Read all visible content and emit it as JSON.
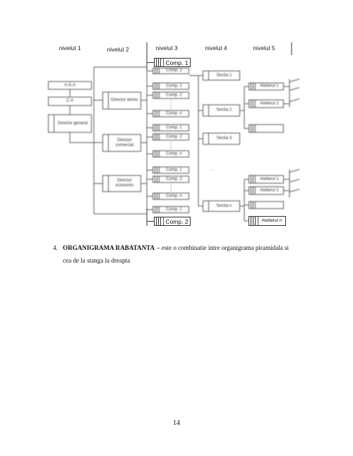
{
  "diagram": {
    "headers": [
      "nivelul 1",
      "nivelul 2",
      "nivelul 3",
      "nivelul 4",
      "nivelul 5"
    ],
    "level1": {
      "aga": "A.G.A",
      "ca": "C.A",
      "director_general": "Director general"
    },
    "level2": [
      "Director tehnic",
      "Director comercial",
      "Director economic"
    ],
    "level3": {
      "top": [
        "Comp. 1",
        "Comp. 2"
      ],
      "group_tehnic": [
        "Comp. 1",
        "Comp. 2",
        "Comp. n"
      ],
      "group_comercial": [
        "Comp. 1",
        "Comp. 2",
        "Comp. n"
      ],
      "group_economic": [
        "Comp. 1",
        "Comp. 2",
        "Comp. n"
      ],
      "bottom": [
        "Comp. 1",
        "Comp. 2"
      ]
    },
    "level4": [
      "Sectia 1",
      "Sectia 2",
      "Sectia 3",
      "...",
      "Sectia n"
    ],
    "level5": {
      "group_sectia_2": [
        "Atelierul 1",
        "Atelierul 2"
      ],
      "group_sectia_n": [
        "Atelierul 1",
        "Atelierul 2"
      ],
      "bottom": "Atelierul n"
    }
  },
  "paragraph": {
    "number": "4.",
    "title": "ORGANIGRAMA RABATANTA",
    "line1": "– este o combinatie intre organigrama piramidala si",
    "line2": "cea de la stanga la dreapta"
  },
  "page_number": "14"
}
